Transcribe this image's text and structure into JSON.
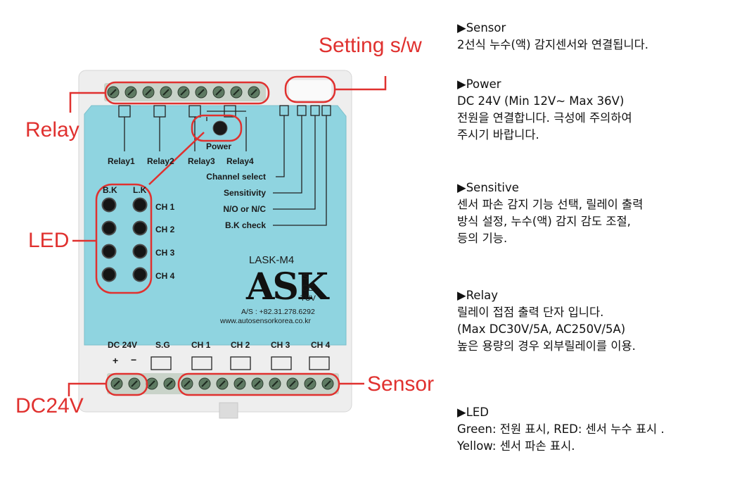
{
  "callouts": {
    "setting_sw": "Setting s/w",
    "relay": "Relay",
    "led": "LED",
    "dc24v": "DC24V",
    "sensor": "Sensor"
  },
  "device": {
    "relay_labels": [
      "Relay1",
      "Relay2",
      "Relay3",
      "Relay4"
    ],
    "power_label": "Power",
    "switch_labels": [
      "Channel select",
      "Sensitivity",
      "N/O or N/C",
      "B.K check"
    ],
    "led_headers": [
      "B.K",
      "L.K"
    ],
    "led_channels": [
      "CH 1",
      "CH 2",
      "CH 3",
      "CH 4"
    ],
    "model": "LASK-M4",
    "logo": "ASK",
    "cert_marks": [
      "S",
      "CE",
      "TÜV"
    ],
    "as_phone": "A/S : +82.31.278.6292",
    "website": "www.autosensorkorea.co.kr",
    "bottom_labels": [
      "DC 24V",
      "S.G",
      "CH 1",
      "CH 2",
      "CH 3",
      "CH 4"
    ],
    "polarity": [
      "+",
      "−"
    ]
  },
  "descriptions": [
    {
      "heading": "▶Sensor",
      "lines": [
        "2선식 누수(액) 감지센서와 연결됩니다."
      ]
    },
    {
      "heading": "▶Power",
      "lines": [
        "DC 24V (Min 12V~ Max 36V)",
        "전원을 연결합니다. 극성에 주의하여",
        "주시기 바랍니다."
      ]
    },
    {
      "heading": "▶Sensitive",
      "lines": [
        "센서 파손 감지 기능 선택, 릴레이 출력",
        "방식 설정, 누수(액) 감지 감도 조절,",
        "등의 기능."
      ]
    },
    {
      "heading": "▶Relay",
      "lines": [
        "릴레이 접점 출력 단자 입니다.",
        "(Max  DC30V/5A, AC250V/5A)",
        "높은 용량의 경우 외부릴레이를 이용."
      ]
    },
    {
      "heading": "▶LED",
      "lines": [
        "Green: 전원 표시, RED: 센서 누수 표시 .",
        "Yellow: 센서 파손 표시."
      ]
    }
  ],
  "colors": {
    "callout_red": "#e0312f",
    "device_face": "#8fd4e0",
    "housing": "#eeeeee",
    "terminal_green": "#5e7a62"
  }
}
